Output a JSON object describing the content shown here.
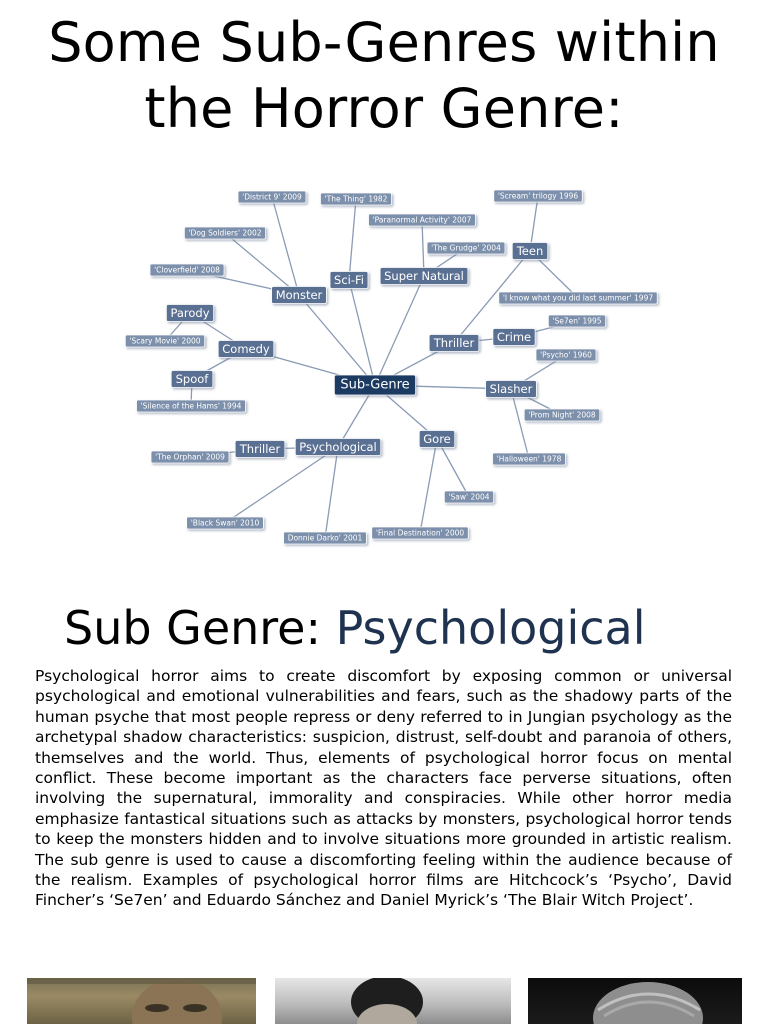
{
  "page": {
    "title_line1": "Some Sub-Genres within",
    "title_line2": "the Horror Genre:"
  },
  "mindmap": {
    "center": "Sub-Genre",
    "labels": {
      "monster": "Monster",
      "scifi": "Sci-Fi",
      "supernatural": "Super Natural",
      "teen": "Teen",
      "thriller": "Thriller",
      "crime": "Crime",
      "slasher": "Slasher",
      "gore": "Gore",
      "psychological": "Psychological",
      "thriller2": "Thriller",
      "comedy": "Comedy",
      "parody": "Parody",
      "spoof": "Spoof",
      "district9": "'District 9' 2009",
      "thething": "'The Thing' 1982",
      "paranormal": "'Paranormal Activity' 2007",
      "grudge": "'The Grudge' 2004",
      "scream": "'Scream' trilogy 1996",
      "dogsoldiers": "'Dog Soldiers' 2002",
      "cloverfield": "'Cloverfield' 2008",
      "iknow": "'I know what you did last summer' 1997",
      "se7en": "'Se7en' 1995",
      "psycho": "'Psycho' 1960",
      "promnight": "'Prom Night' 2008",
      "halloween": "'Halloween' 1978",
      "scarymovie": "'Scary Movie' 2000",
      "silence": "'Silence of the Hams' 1994",
      "orphan": "'The Orphan' 2009",
      "blackswan": "'Black Swan' 2010",
      "donniedarko": "Donnie Darko' 2001",
      "saw": "'Saw' 2004",
      "finaldest": "'Final Destination' 2000"
    }
  },
  "section": {
    "heading_prefix": "Sub Genre: ",
    "heading_accent": "Psychological",
    "body": "Psychological horror aims to create discomfort by exposing common or universal psychological and emotional vulnerabilities and fears, such as the shadowy parts of the human psyche that most people repress or deny referred to in Jungian psychology as the archetypal shadow characteristics: suspicion, distrust, self-doubt and paranoia of others, themselves and the world. Thus, elements of psychological horror focus on mental conflict. These become important as the characters face perverse situations, often involving the supernatural, immorality and conspiracies. While other horror media emphasize fantastical situations such as attacks by monsters, psychological horror tends to keep the monsters hidden and to involve situations more grounded in artistic realism. The sub genre is used to cause a discomforting feeling within the audience because of the realism. Examples of psychological horror films are Hitchcock’s ‘Psycho’, David Fincher’s ‘Se7en’ and  Eduardo Sánchez and Daniel Myrick’s ‘The Blair Witch Project’."
  },
  "colors": {
    "center_node": "#1f3a64",
    "category_node": "#5a7092",
    "film_node": "#7b8fab",
    "edge": "#8a9bb4",
    "heading_accent": "#1f3350"
  }
}
